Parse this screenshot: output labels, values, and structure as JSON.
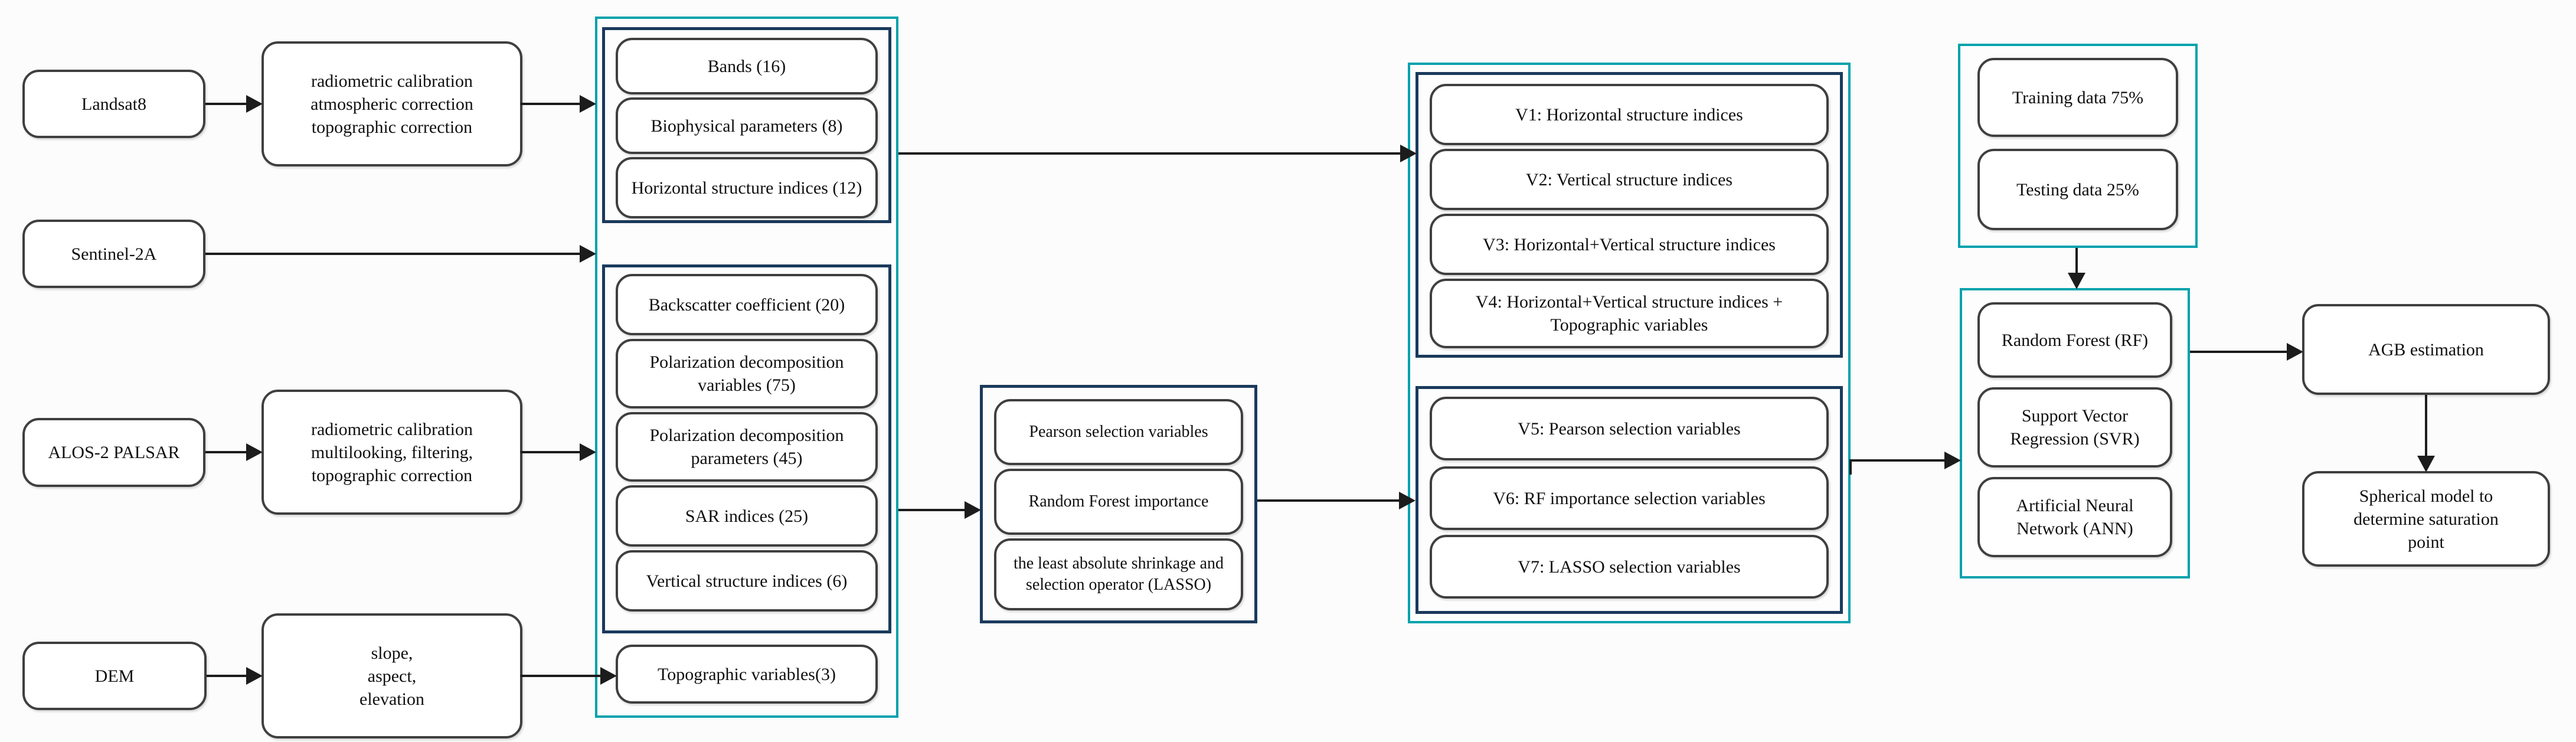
{
  "sources": {
    "landsat": "Landsat8",
    "sentinel": "Sentinel-2A",
    "palsar": "ALOS-2 PALSAR",
    "dem": "DEM"
  },
  "preprocessing": {
    "optical": {
      "lines": [
        "radiometric calibration",
        "atmospheric correction",
        "topographic correction"
      ]
    },
    "sar": {
      "lines": [
        "radiometric calibration",
        "multilooking, filtering,",
        "topographic correction"
      ]
    },
    "dem": {
      "lines": [
        "slope,",
        "aspect,",
        "elevation"
      ]
    }
  },
  "variables": {
    "optical_group": [
      "Bands (16)",
      "Biophysical parameters (8)",
      "Horizontal structure indices (12)"
    ],
    "sar_group": [
      "Backscatter coefficient (20)",
      "Polarization decomposition variables (75)",
      "Polarization decomposition parameters (45)",
      "SAR indices (25)",
      "Vertical structure indices (6)"
    ],
    "topographic": "Topographic variables(3)"
  },
  "selection": {
    "methods": [
      "Pearson selection variables",
      "Random Forest importance",
      "the least absolute shrinkage and selection operator (LASSO)"
    ]
  },
  "variable_sets": {
    "structure": [
      "V1: Horizontal structure indices",
      "V2: Vertical structure indices",
      "V3: Horizontal+Vertical structure indices",
      "V4: Horizontal+Vertical structure indices + Topographic variables"
    ],
    "selection": [
      "V5: Pearson selection variables",
      "V6: RF importance selection variables",
      "V7: LASSO selection variables"
    ]
  },
  "data_split": [
    "Training data 75%",
    "Testing data 25%"
  ],
  "models": [
    "Random Forest (RF)",
    "Support Vector Regression (SVR)",
    "Artificial Neural Network (ANN)"
  ],
  "outputs": {
    "agb": "AGB estimation",
    "saturation": "Spherical model to determine saturation point"
  },
  "colors": {
    "container_teal": "#00a2ac",
    "group_navy": "#1a3a5c",
    "node_border": "#3f3f3f",
    "arrow": "#1c1c1c"
  }
}
